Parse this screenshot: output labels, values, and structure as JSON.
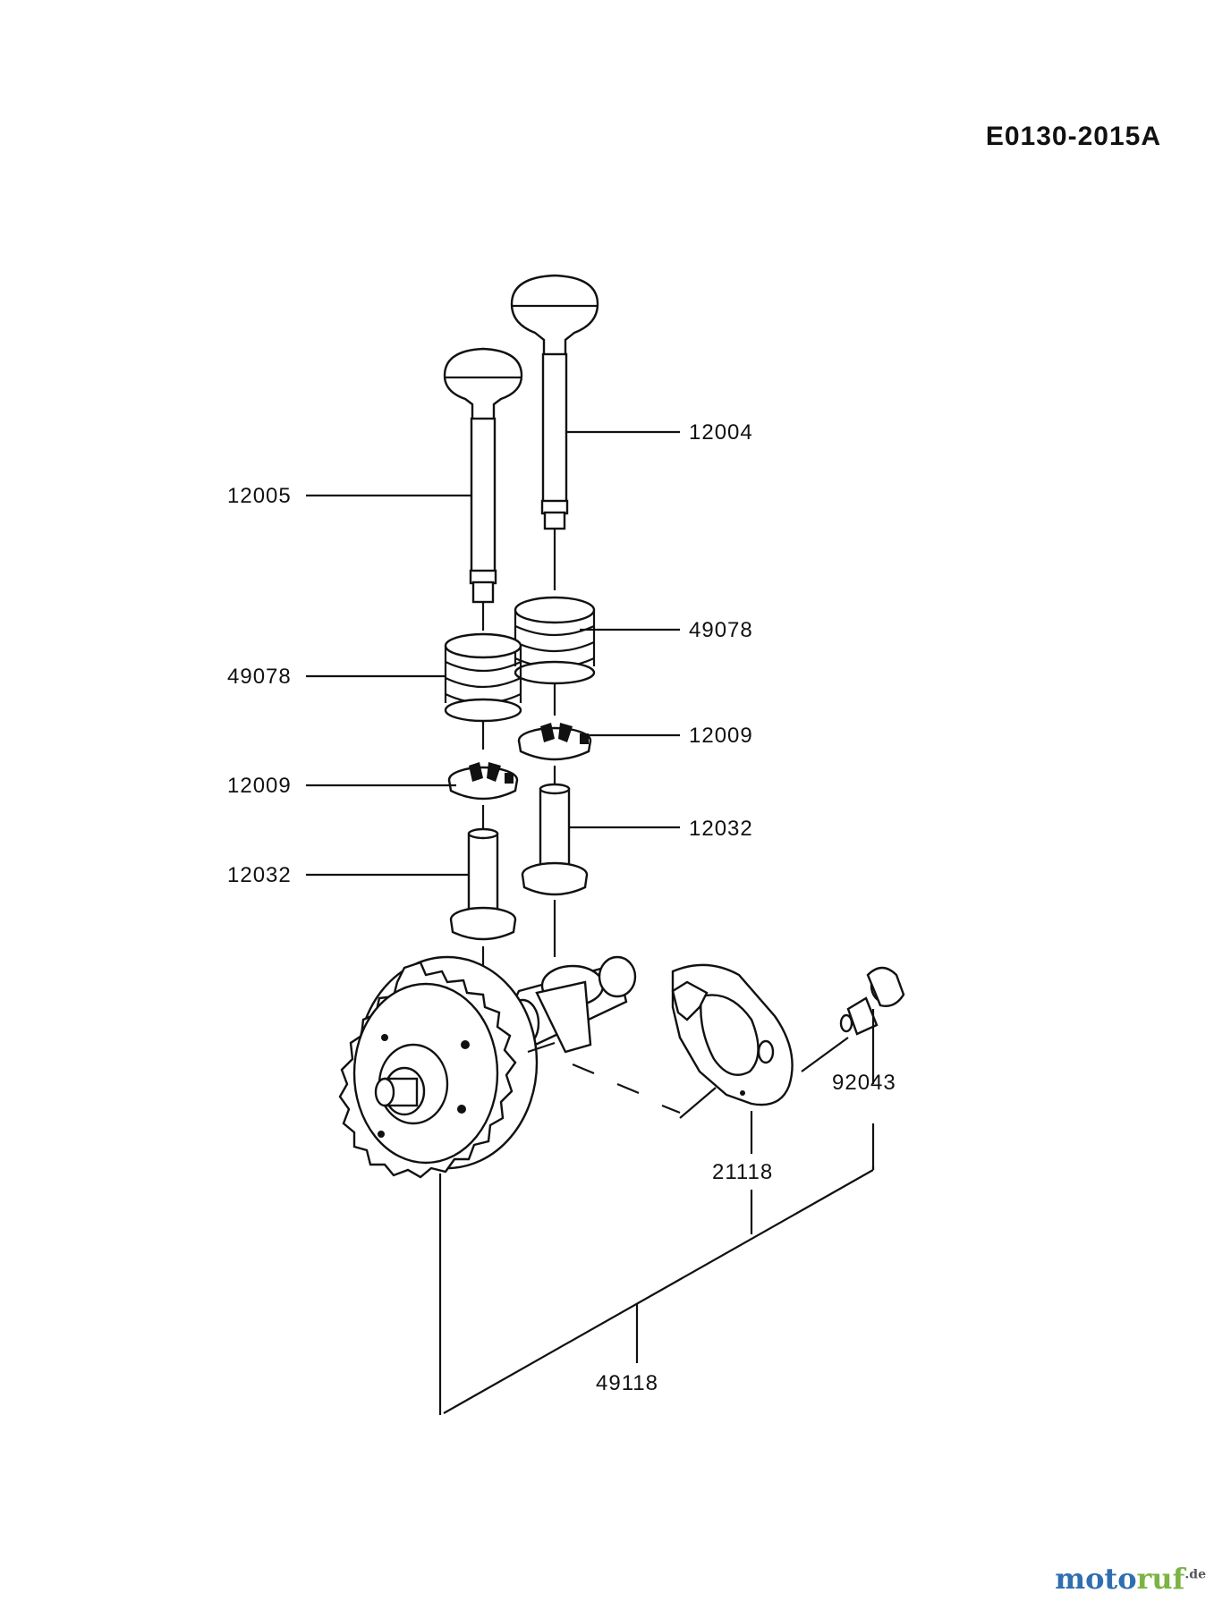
{
  "reference_code": "E0130-2015A",
  "part_labels": {
    "valve_exhaust": "12004",
    "valve_inlet": "12005",
    "spring_right": "49078",
    "spring_left": "49078",
    "retainer_right": "12009",
    "retainer_left": "12009",
    "tappet_right": "12032",
    "tappet_left": "12032",
    "bolt": "92043",
    "decompressor": "21118",
    "camshaft_assy": "49118"
  },
  "watermark": {
    "part1": "moto",
    "part2": "ruf",
    "tld": ".de"
  },
  "colors": {
    "line": "#111111",
    "watermark_blue": "#2f6fb0",
    "watermark_green": "#7cb342"
  }
}
